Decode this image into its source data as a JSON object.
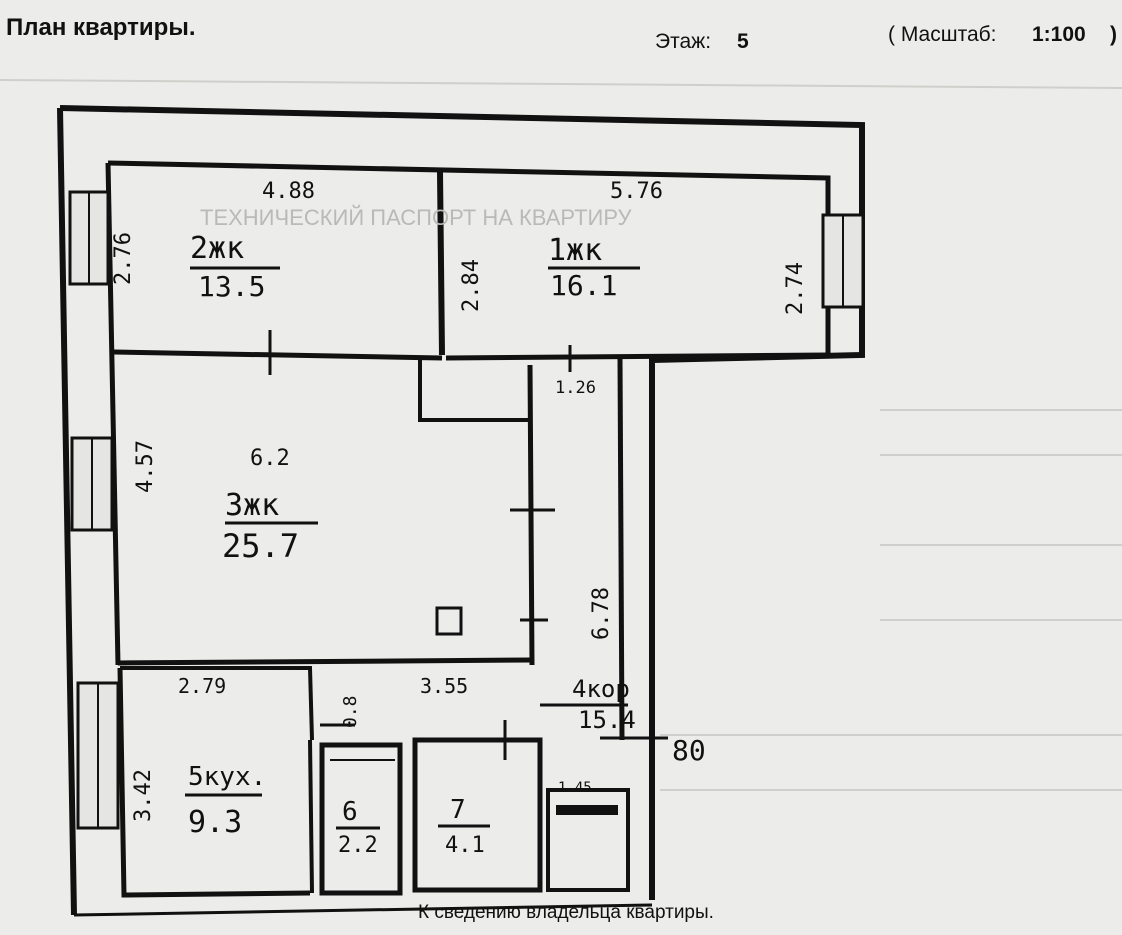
{
  "header": {
    "title": "План квартиры.",
    "floor_label": "Этаж:",
    "floor_value": "5",
    "scale_label": "( Масштаб:",
    "scale_value": "1:100",
    "scale_close": ")"
  },
  "rooms": {
    "room2": {
      "name": "2жк",
      "area": "13.5",
      "width": "4.88",
      "height": "2.76"
    },
    "room1": {
      "name": "1жк",
      "area": "16.1",
      "width": "5.76",
      "height_left": "2.84",
      "height_right": "2.74"
    },
    "room3": {
      "name": "3жк",
      "area": "25.7",
      "width": "6.2",
      "height": "4.57"
    },
    "room4": {
      "name": "4кор",
      "area": "15.4",
      "width": "3.55",
      "height": "6.78",
      "small": "1.26"
    },
    "room5": {
      "name": "5кух.",
      "area": "9.3",
      "width": "2.79",
      "height": "3.42"
    },
    "room6": {
      "num": "6",
      "area": "2.2",
      "dim": "0.8"
    },
    "room7": {
      "num": "7",
      "area": "4.1"
    },
    "closet": {
      "dim": "1.45"
    },
    "door_dim": "80"
  },
  "footer": {
    "text": "К сведению владельца квартиры."
  }
}
